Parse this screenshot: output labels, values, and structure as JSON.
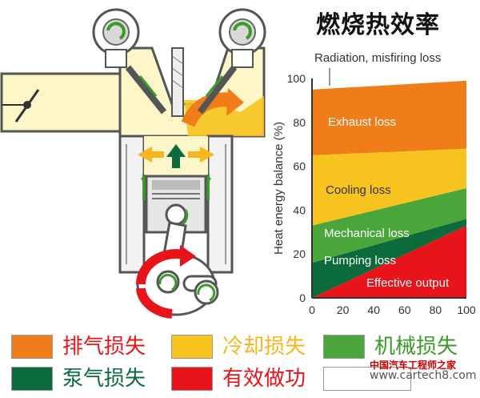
{
  "title": "燃烧热效率",
  "chart_data": {
    "type": "area",
    "title": "",
    "xlabel": "",
    "ylabel": "Heat energy balance (%)",
    "xlim": [
      0,
      100
    ],
    "ylim": [
      0,
      100
    ],
    "x_ticks": [
      "0",
      "20",
      "40",
      "60",
      "80",
      "100"
    ],
    "y_ticks": [
      "0",
      "20",
      "40",
      "60",
      "80",
      "100"
    ],
    "x": [
      0,
      100
    ],
    "bands": [
      {
        "name": "Effective output",
        "color": "#e8141a",
        "lower": [
          0,
          0
        ],
        "upper": [
          0,
          33
        ]
      },
      {
        "name": "Pumping loss",
        "color": "#0b6b3a",
        "lower": [
          0,
          33
        ],
        "upper": [
          16,
          36
        ]
      },
      {
        "name": "Mechanical loss",
        "color": "#4aa63a",
        "lower": [
          16,
          36
        ],
        "upper": [
          33,
          50
        ]
      },
      {
        "name": "Cooling loss",
        "color": "#f7c31e",
        "lower": [
          33,
          50
        ],
        "upper": [
          65,
          68
        ]
      },
      {
        "name": "Exhaust loss",
        "color": "#f07d1a",
        "lower": [
          65,
          68
        ],
        "upper": [
          95,
          99
        ]
      },
      {
        "name": "Radiation, misfiring loss",
        "color": "#ffffff",
        "lower": [
          95,
          99
        ],
        "upper": [
          100,
          100
        ]
      }
    ],
    "annotations": {
      "radiation": "Radiation, misfiring loss",
      "exhaust": "Exhaust loss",
      "cooling": "Cooling loss",
      "mechanical": "Mechanical loss",
      "pumping": "Pumping loss",
      "effective": "Effective output"
    }
  },
  "legend": [
    {
      "label": "排气损失",
      "color": "#f07d1a",
      "text_color": "#e8141a"
    },
    {
      "label": "冷却损失",
      "color": "#f7c31e",
      "text_color": "#f7b51e"
    },
    {
      "label": "机械损失",
      "color": "#4aa63a",
      "text_color": "#3a9a2a"
    },
    {
      "label": "泵气损失",
      "color": "#0b6b3a",
      "text_color": "#0b6b3a"
    },
    {
      "label": "有效做功",
      "color": "#e8141a",
      "text_color": "#e8141a"
    },
    {
      "label": "",
      "color": "#ffffff",
      "text_color": "#333333"
    }
  ],
  "watermark": {
    "cn": "中国汽车工程师之家",
    "url": "www.cartech8.com"
  }
}
